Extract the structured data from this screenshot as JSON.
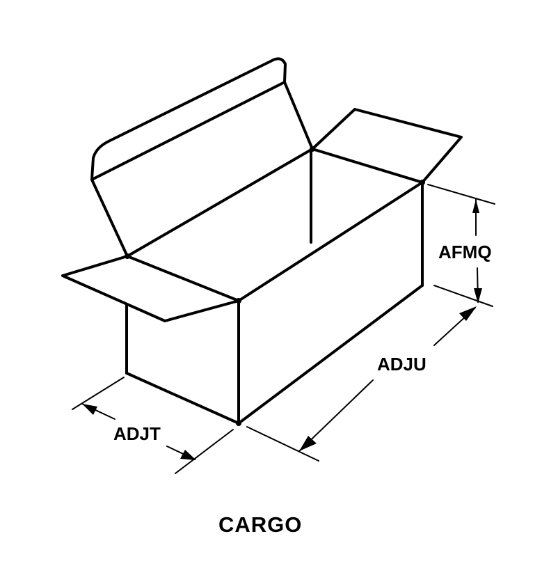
{
  "diagram": {
    "object": "open-box",
    "caption": "CARGO",
    "dimensions": {
      "height": "AFMQ",
      "length": "ADJU",
      "width": "ADJT"
    }
  }
}
